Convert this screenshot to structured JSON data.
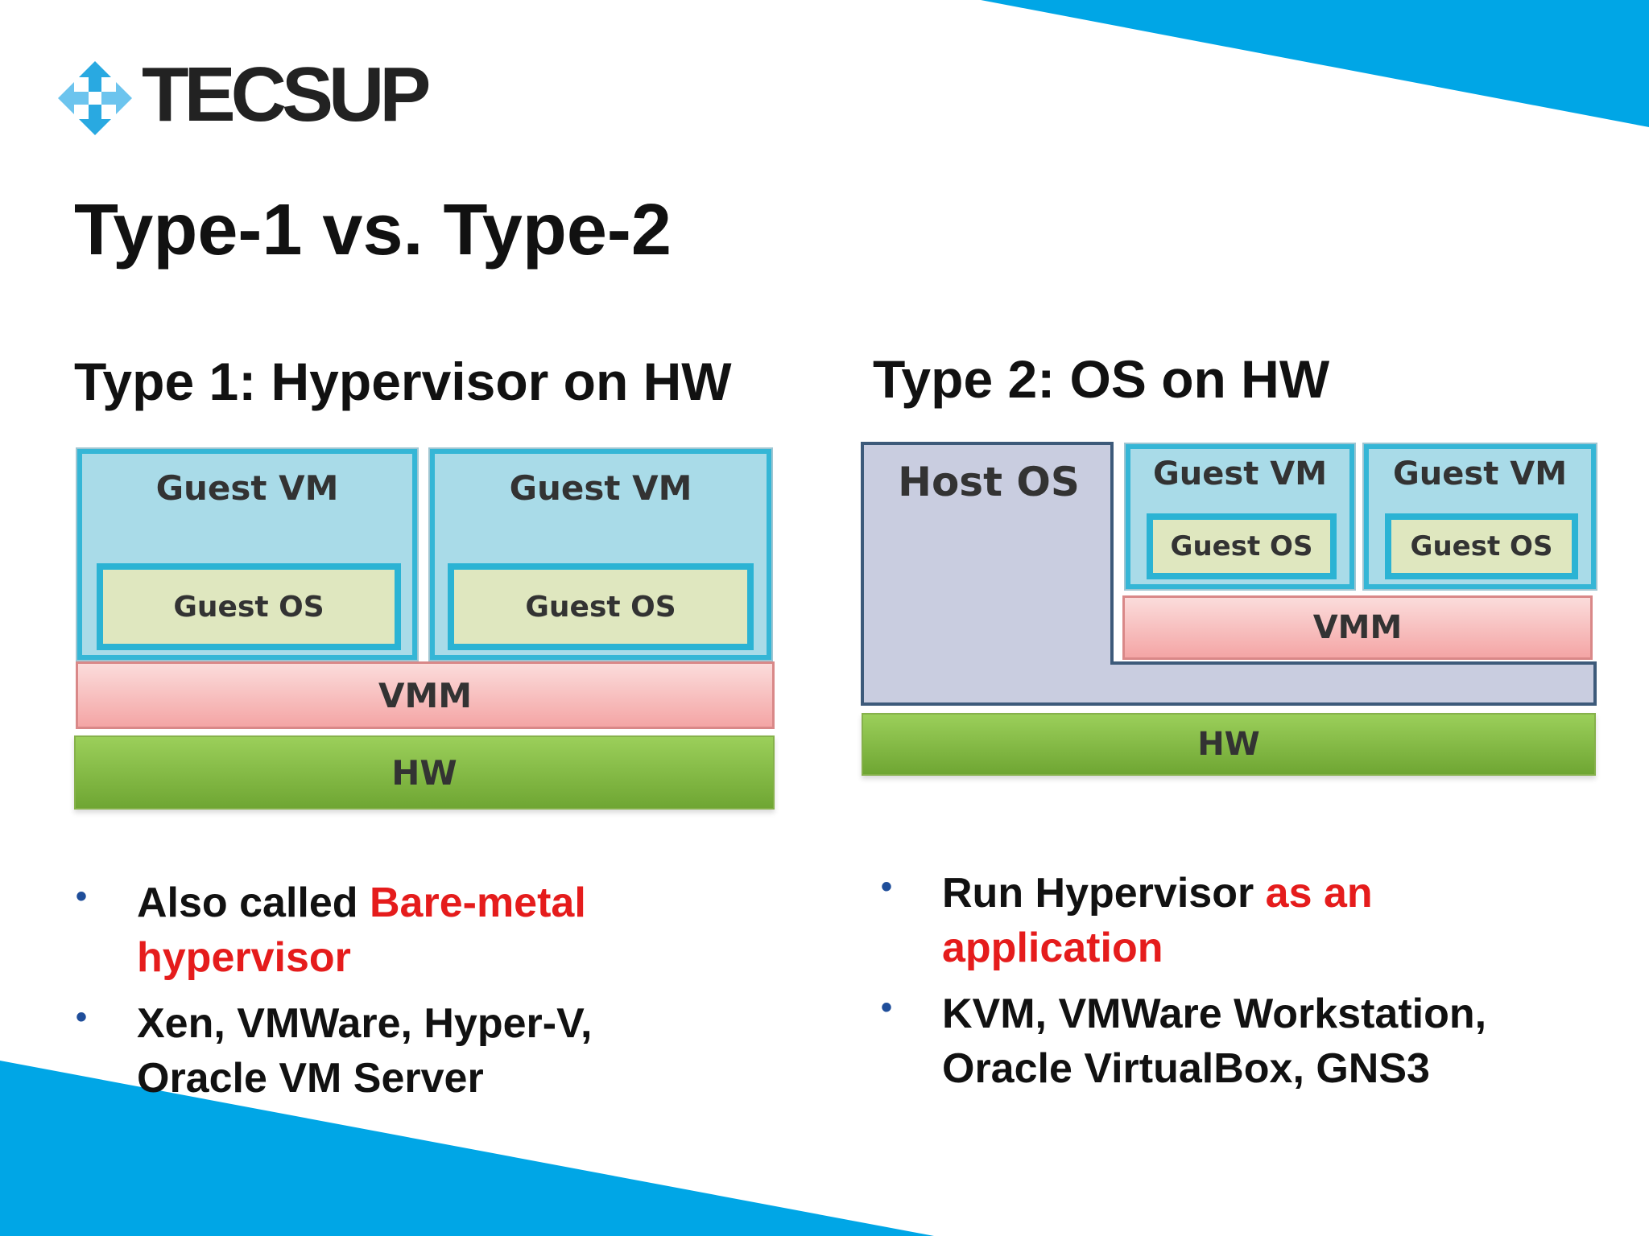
{
  "brand": {
    "logo_text": "TECSUP",
    "accent": "#00a6e6"
  },
  "title": "Type-1 vs. Type-2",
  "type1": {
    "heading": "Type 1: Hypervisor on HW",
    "diagram": {
      "guest_vm_1": "Guest VM",
      "guest_os_1": "Guest OS",
      "guest_vm_2": "Guest VM",
      "guest_os_2": "Guest OS",
      "vmm": "VMM",
      "hw": "HW"
    },
    "bullets": [
      {
        "text": "Also called ",
        "highlight": "Bare-metal hypervisor"
      },
      {
        "text": "Xen, VMWare, Hyper-V, Oracle VM Server",
        "highlight": ""
      }
    ]
  },
  "type2": {
    "heading": "Type 2: OS on HW",
    "diagram": {
      "host_os": "Host OS",
      "guest_vm_1": "Guest VM",
      "guest_os_1": "Guest OS",
      "guest_vm_2": "Guest VM",
      "guest_os_2": "Guest OS",
      "vmm": "VMM",
      "hw": "HW"
    },
    "bullets": [
      {
        "text": "Run Hypervisor ",
        "highlight": "as an application"
      },
      {
        "text": "KVM, VMWare Workstation, Oracle VirtualBox, GNS3",
        "highlight": ""
      }
    ]
  },
  "colors": {
    "guest_vm": "#a9dbe8",
    "guest_os": "#dfe7bf",
    "vmm": "#f4a5a5",
    "hw": "#7fb63e",
    "host_os": "#c9cde0",
    "highlight": "#e51c1c"
  }
}
